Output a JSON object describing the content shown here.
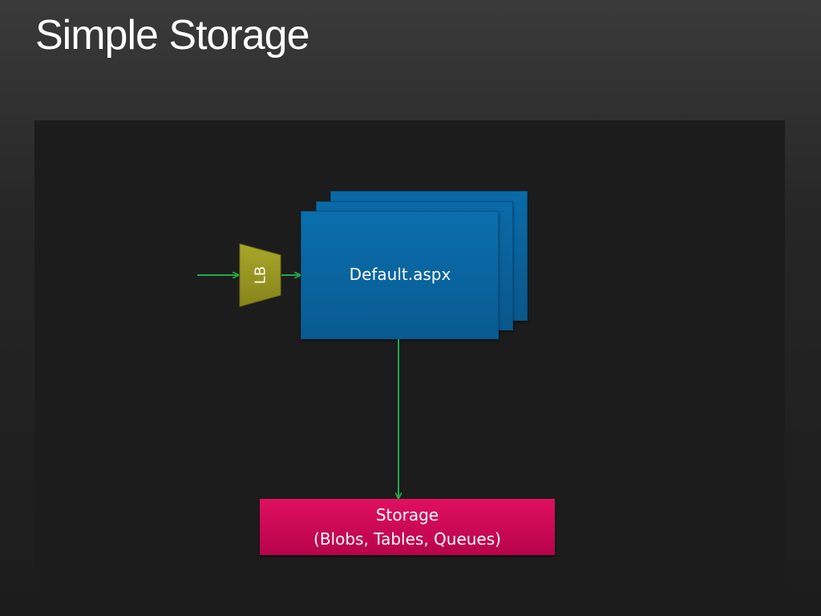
{
  "slide": {
    "title": "Simple Storage"
  },
  "diagram": {
    "load_balancer": {
      "label": "LB"
    },
    "web_role": {
      "label": "Default.aspx"
    },
    "storage": {
      "line1": "Storage",
      "line2": "(Blobs, Tables, Queues)"
    }
  },
  "colors": {
    "background": "#1c1c1c",
    "title_text": "#ffffff",
    "load_balancer": "#9c9a1e",
    "web_role": "#0a6aa8",
    "storage": "#d4095a",
    "arrows": "#1faa4a"
  }
}
